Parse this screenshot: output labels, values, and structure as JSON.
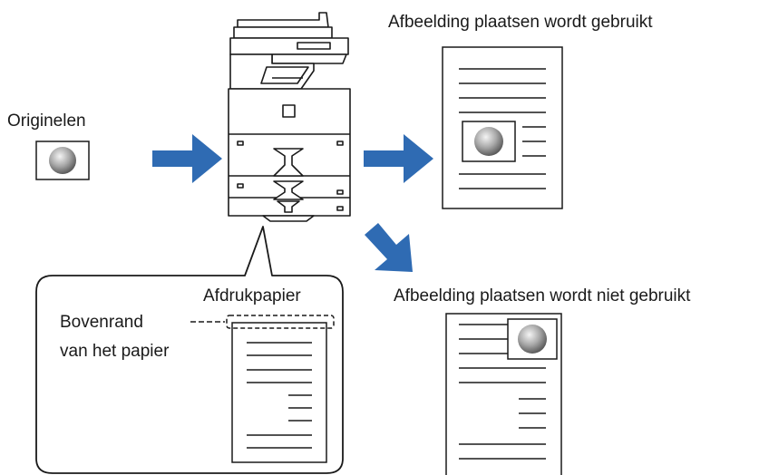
{
  "labels": {
    "originals": "Originelen",
    "used": "Afbeelding plaatsen wordt gebruikt",
    "not_used": "Afbeelding plaatsen wordt niet gebruikt",
    "print_paper": "Afdrukpapier",
    "top_edge_line1": "Bovenrand",
    "top_edge_line2": "van het papier"
  },
  "colors": {
    "arrow": "#2f6bb3",
    "stroke": "#1a1a1a",
    "printer_fill": "#ffffff"
  },
  "icons": [
    "printer-icon",
    "arrow-right-icon",
    "arrow-down-right-icon",
    "document-icon",
    "circle-image-icon"
  ]
}
